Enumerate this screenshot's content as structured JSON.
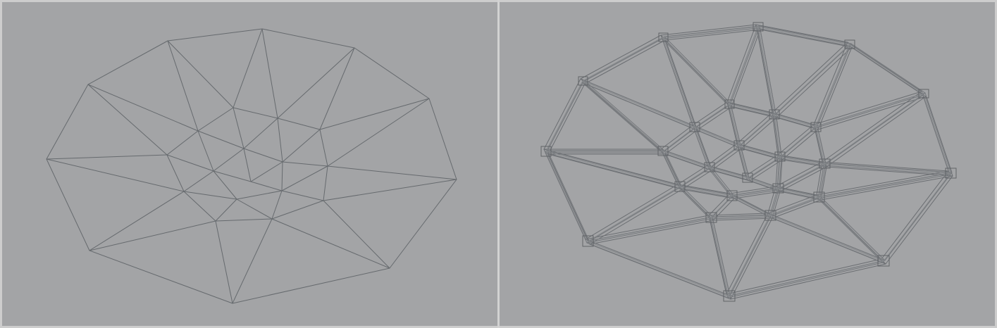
{
  "views": [
    {
      "id": "left-viewport",
      "mode": "wireframe-lines"
    },
    {
      "id": "right-viewport",
      "mode": "wireframe-tubes"
    }
  ],
  "colors": {
    "background": "#a3a4a6",
    "frame": "#cdcdcd",
    "line": "#666a6e",
    "line_light": "#8a8d90"
  }
}
